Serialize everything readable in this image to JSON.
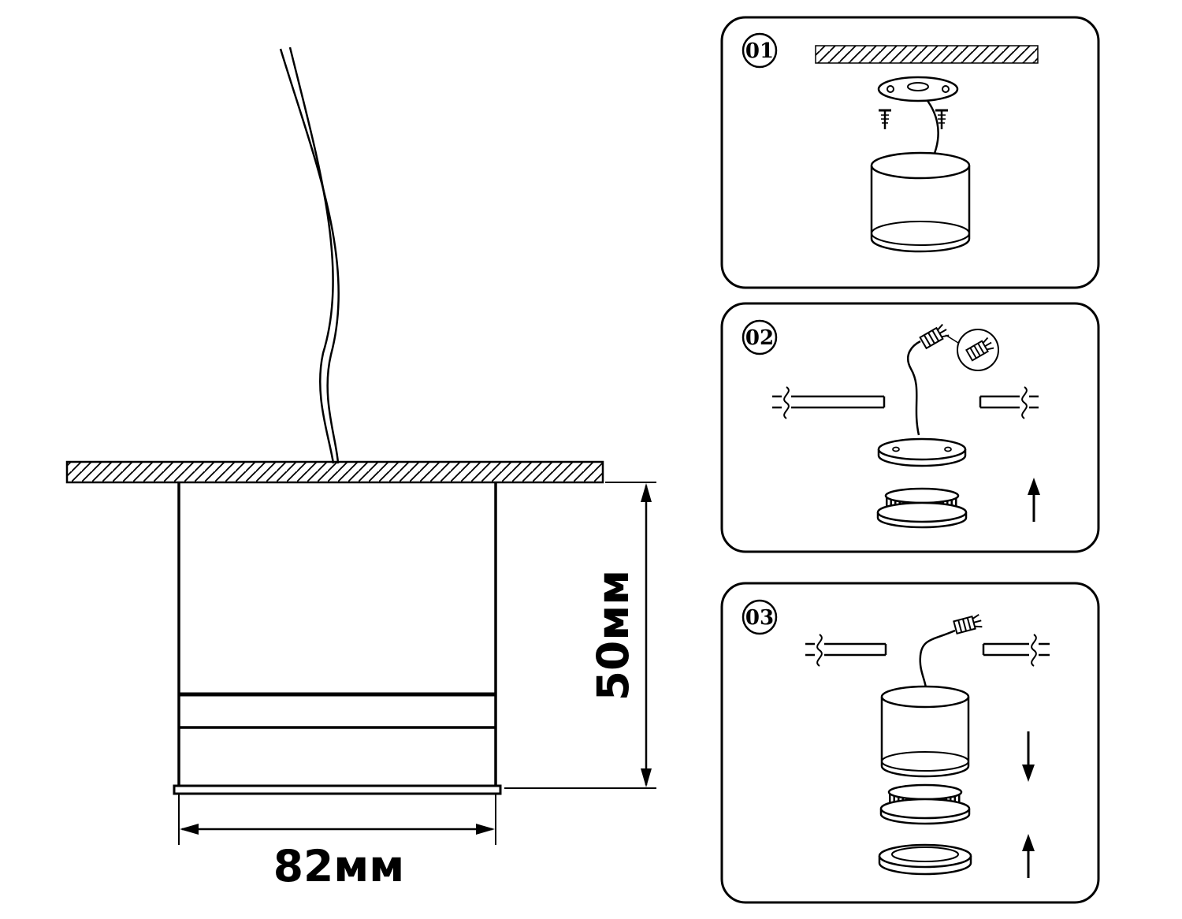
{
  "colors": {
    "line": "#000000",
    "background": "#ffffff"
  },
  "dimension_drawing": {
    "width_label": "82мм",
    "height_label": "50мм"
  },
  "installation_steps": [
    {
      "number": "01"
    },
    {
      "number": "02"
    },
    {
      "number": "03"
    }
  ]
}
